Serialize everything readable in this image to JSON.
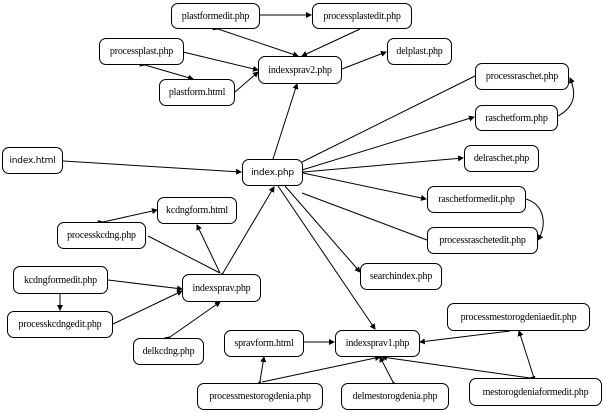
{
  "nodes": {
    "plastformedit": "plastformedit.php",
    "processplastedit": "processplastedit.php",
    "processplast": "processplast.php",
    "indexsprav2": "indexsprav2.php",
    "delplast": "delplast.php",
    "plastform": "plastform.html",
    "processraschet": "processraschet.php",
    "raschetform": "raschetform.php",
    "index_html": "index.html",
    "index_php": "index.php",
    "delraschet": "delraschet.php",
    "raschetformedit": "raschetformedit.php",
    "processraschetedit": "processraschetedit.php",
    "kcdngform": "kcdngform.html",
    "processkcdng": "processkcdng.php",
    "searchindex": "searchindex.php",
    "kcdngformedit": "kcdngformedit.php",
    "indexsprav": "indexsprav.php",
    "processkcdngedit": "processkcdngedit.php",
    "delkcdng": "delkcdng.php",
    "processmestorogdeniaedit": "processmestorogdeniaedit.php",
    "spravform": "spravform.html",
    "indexsprav1": "indexsprav1.php",
    "processmestorogdenia": "processmestorogdenia.php",
    "delmestorogdenia": "delmestorogdenia.php",
    "mestorogdeniaformedit": "mestorogdeniaformedit.php"
  }
}
